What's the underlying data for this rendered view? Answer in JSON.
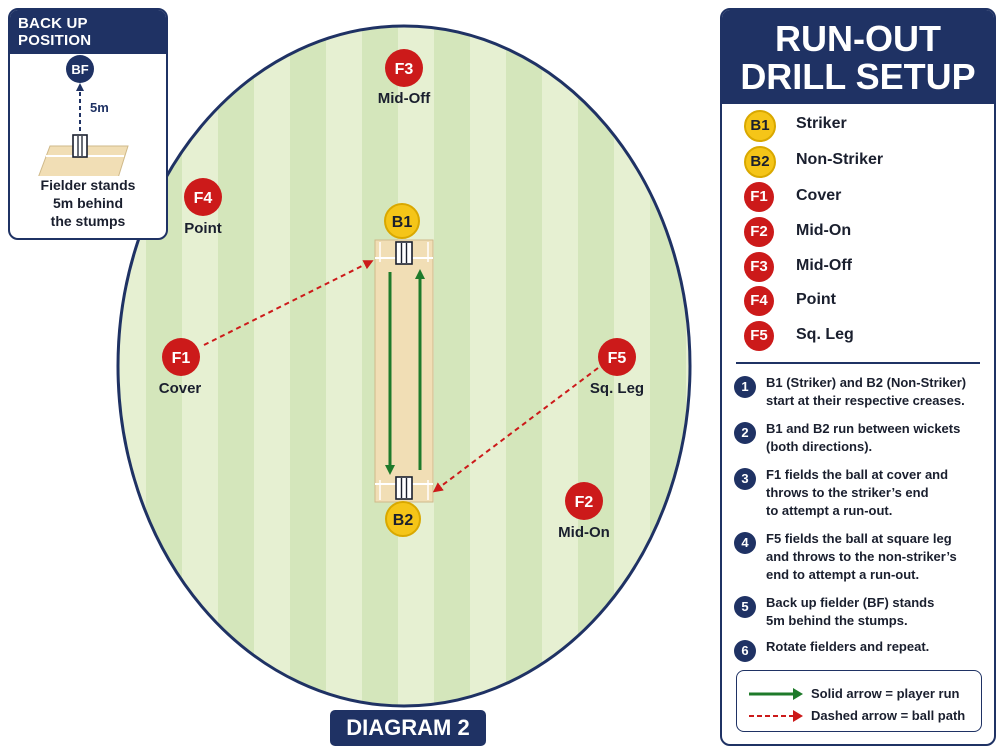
{
  "inset": {
    "title": "BACK UP POSITION",
    "fielder": "BF",
    "distance": "5m",
    "caption_lines": [
      "Fielder stands",
      "5m behind",
      "the stumps"
    ]
  },
  "diagram_label": "DIAGRAM 2",
  "field_players": {
    "F3": {
      "badge": "F3",
      "label": "Mid-Off"
    },
    "F4": {
      "badge": "F4",
      "label": "Point"
    },
    "F1": {
      "badge": "F1",
      "label": "Cover"
    },
    "F5": {
      "badge": "F5",
      "label": "Sq. Leg"
    },
    "F2": {
      "badge": "F2",
      "label": "Mid-On"
    },
    "B1": {
      "badge": "B1"
    },
    "B2": {
      "badge": "B2"
    }
  },
  "panel": {
    "title_lines": [
      "RUN-OUT",
      "DRILL SETUP"
    ],
    "legend": [
      {
        "badge": "B1",
        "name": "Striker",
        "kind": "batter"
      },
      {
        "badge": "B2",
        "name": "Non-Striker",
        "kind": "batter"
      },
      {
        "badge": "F1",
        "name": "Cover",
        "kind": "fielder"
      },
      {
        "badge": "F2",
        "name": "Mid-On",
        "kind": "fielder"
      },
      {
        "badge": "F3",
        "name": "Mid-Off",
        "kind": "fielder"
      },
      {
        "badge": "F4",
        "name": "Point",
        "kind": "fielder"
      },
      {
        "badge": "F5",
        "name": "Sq. Leg",
        "kind": "fielder"
      }
    ],
    "steps": [
      {
        "num": "1",
        "lines": [
          "B1 (Striker) and B2 (Non-Striker)",
          "start at their respective creases."
        ]
      },
      {
        "num": "2",
        "lines": [
          "B1 and B2 run between wickets",
          "(both directions)."
        ]
      },
      {
        "num": "3",
        "lines": [
          "F1 fields the ball at cover and",
          "throws to the striker’s end",
          "to attempt a run-out."
        ]
      },
      {
        "num": "4",
        "lines": [
          "F5 fields the ball at square leg",
          "and throws to the non-striker’s",
          "end to attempt a run-out."
        ]
      },
      {
        "num": "5",
        "lines": [
          "Back up fielder (BF) stands",
          "5m behind the stumps."
        ]
      },
      {
        "num": "6",
        "lines": [
          "Rotate fielders and repeat."
        ]
      }
    ],
    "key": {
      "solid": "Solid arrow = player run",
      "dashed": "Dashed arrow = ball path"
    }
  },
  "colors": {
    "navy": "#1f3264",
    "fielder_red": "#cc1a1a",
    "batter_yellow": "#f5c518",
    "run_green": "#1e7a2a",
    "ball_red": "#cc1a1a",
    "grass_light": "#e3efcf",
    "grass_dark": "#d4e6bb",
    "pitch": "#f1deb5"
  }
}
